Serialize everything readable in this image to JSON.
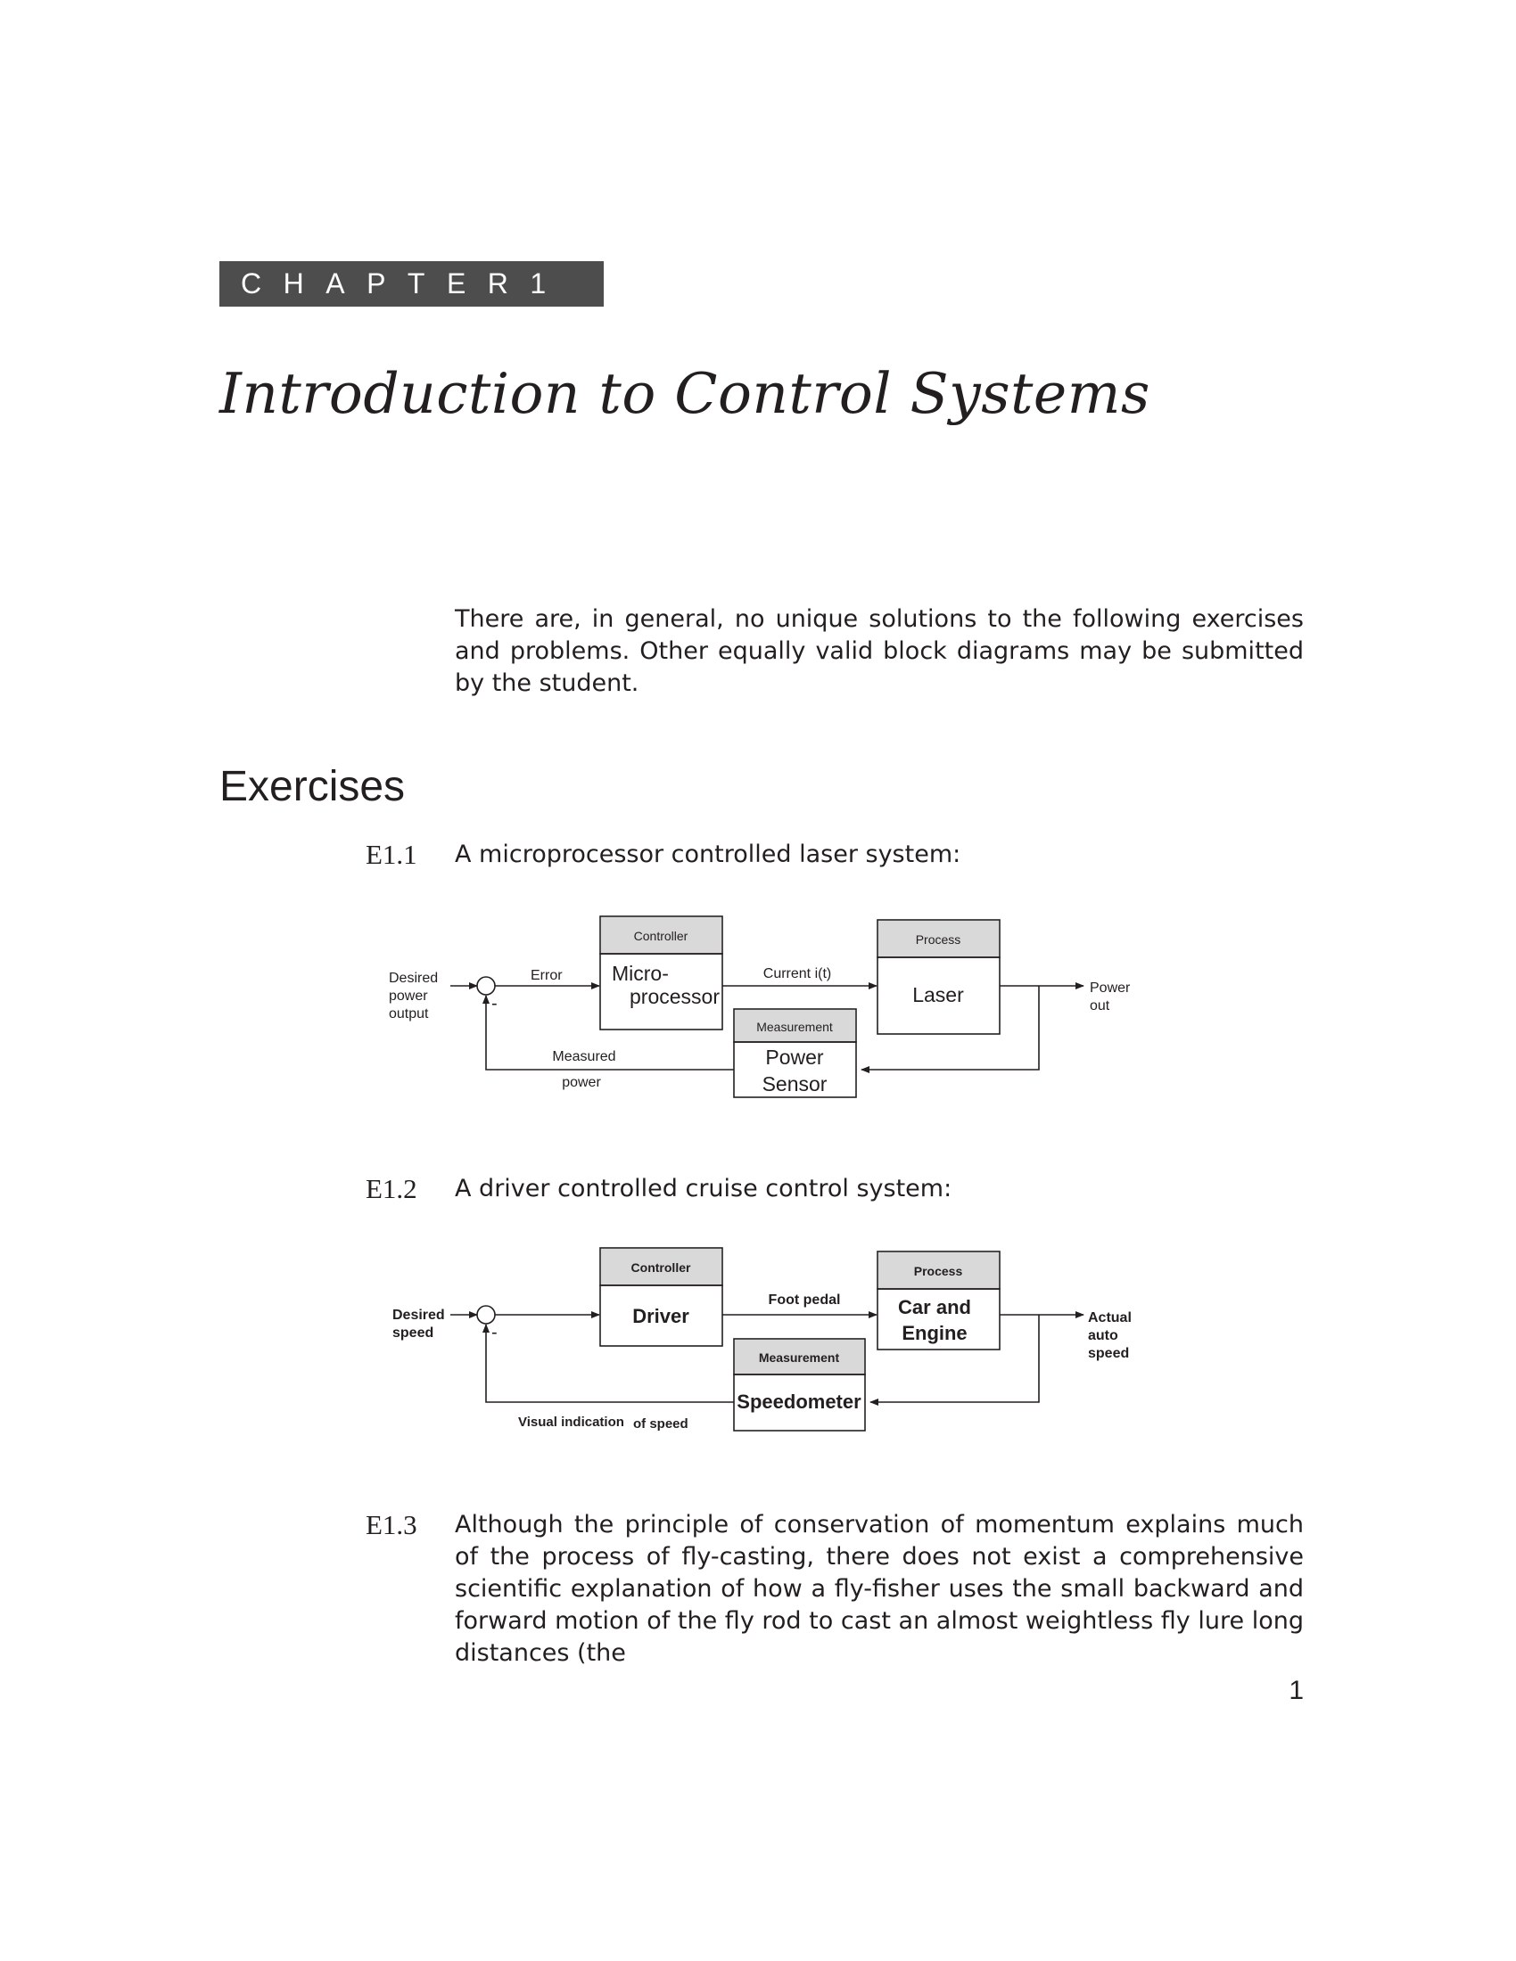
{
  "chapter": {
    "label": "CHAPTER",
    "number": "1",
    "title": "Introduction to Control Systems"
  },
  "intro": "There are, in general, no unique solutions to the following exercises and problems. Other equally valid block diagrams may be submitted by the student.",
  "exercises_heading": "Exercises",
  "exercises": [
    {
      "number": "E1.1",
      "text": "A microprocessor controlled laser system:",
      "diagram": {
        "input": [
          "Desired",
          "power",
          "output"
        ],
        "sum_sign": "-",
        "error_label": "Error",
        "controller_header": "Controller",
        "controller_body": [
          "Micro-",
          "processor"
        ],
        "signal_label": "Current i(t)",
        "process_header": "Process",
        "process_body": "Laser",
        "output": [
          "Power",
          "out"
        ],
        "measurement_header": "Measurement",
        "measurement_body": [
          "Power",
          "Sensor"
        ],
        "feedback_label": [
          "Measured",
          "power"
        ]
      }
    },
    {
      "number": "E1.2",
      "text": "A driver controlled cruise control system:",
      "diagram": {
        "input": [
          "Desired",
          "speed"
        ],
        "sum_sign": "-",
        "controller_header": "Controller",
        "controller_body": "Driver",
        "signal_label": "Foot pedal",
        "process_header": "Process",
        "process_body": [
          "Car and",
          "Engine"
        ],
        "output": [
          "Actual",
          "auto",
          "speed"
        ],
        "measurement_header": "Measurement",
        "measurement_body": "Speedometer",
        "feedback_label": [
          "Visual indication",
          "of speed"
        ]
      }
    },
    {
      "number": "E1.3",
      "text": "Although the principle of conservation of momentum explains much of the process of fly-casting, there does not exist a comprehensive scientific explanation of how a fly-fisher uses the small backward and forward motion of the fly rod to cast an almost weightless fly lure long distances (the"
    }
  ],
  "page_number": "1"
}
